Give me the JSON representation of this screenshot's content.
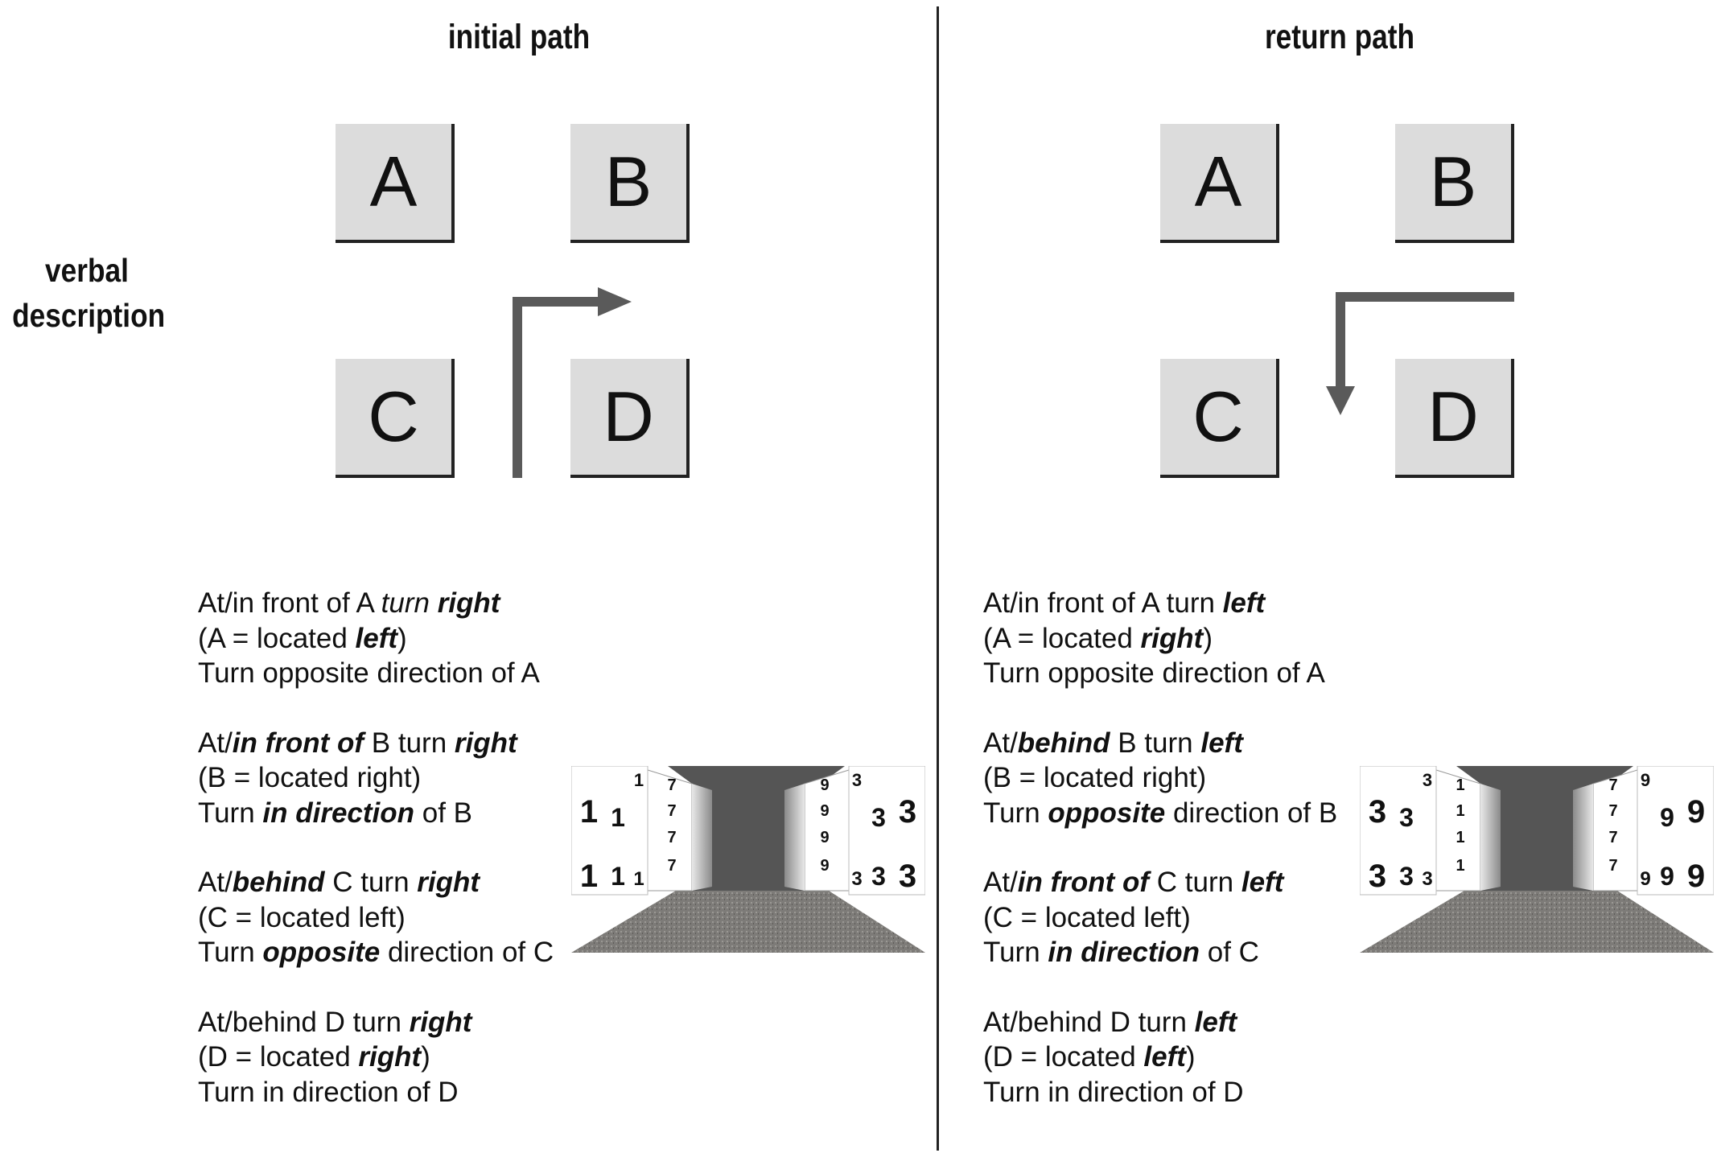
{
  "panels": [
    {
      "title": "initial path",
      "boxes": [
        "A",
        "B",
        "C",
        "D"
      ],
      "instructions": [
        [
          [
            {
              "t": "At/in front of A "
            },
            {
              "t": "turn ",
              "s": "it"
            },
            {
              "t": "right",
              "s": "bi"
            }
          ],
          [
            {
              "t": "(A = located "
            },
            {
              "t": "left",
              "s": "bi"
            },
            {
              "t": ")"
            }
          ],
          [
            {
              "t": "Turn opposite direction of A"
            }
          ]
        ],
        [
          [
            {
              "t": "At/"
            },
            {
              "t": "in front of",
              "s": "bi"
            },
            {
              "t": " B turn "
            },
            {
              "t": "right",
              "s": "bi"
            }
          ],
          [
            {
              "t": "(B = located right)"
            }
          ],
          [
            {
              "t": "Turn "
            },
            {
              "t": "in direction",
              "s": "bi"
            },
            {
              "t": " of B"
            }
          ]
        ],
        [
          [
            {
              "t": "At/"
            },
            {
              "t": "behind",
              "s": "bi"
            },
            {
              "t": " C turn "
            },
            {
              "t": "right",
              "s": "bi"
            }
          ],
          [
            {
              "t": "(C = located left)"
            }
          ],
          [
            {
              "t": "Turn "
            },
            {
              "t": "opposite",
              "s": "bi"
            },
            {
              "t": " direction of C"
            }
          ]
        ],
        [
          [
            {
              "t": "At/behind D turn "
            },
            {
              "t": "right",
              "s": "bi"
            }
          ],
          [
            {
              "t": "(D = located "
            },
            {
              "t": "right",
              "s": "bi"
            },
            {
              "t": ")"
            }
          ],
          [
            {
              "t": "Turn in direction of D"
            }
          ]
        ]
      ],
      "corridor_left_digit": "1",
      "corridor_left_inner_digit": "7",
      "corridor_right_inner_digit": "9",
      "corridor_right_digit": "3"
    },
    {
      "title": "return path",
      "boxes": [
        "A",
        "B",
        "C",
        "D"
      ],
      "instructions": [
        [
          [
            {
              "t": "At/in front of A turn "
            },
            {
              "t": "left",
              "s": "bi"
            }
          ],
          [
            {
              "t": "(A = located "
            },
            {
              "t": "right",
              "s": "bi"
            },
            {
              "t": ")"
            }
          ],
          [
            {
              "t": "Turn opposite direction of A"
            }
          ]
        ],
        [
          [
            {
              "t": "At/"
            },
            {
              "t": "behind",
              "s": "bi"
            },
            {
              "t": " B turn "
            },
            {
              "t": "left",
              "s": "bi"
            }
          ],
          [
            {
              "t": "(B = located right)"
            }
          ],
          [
            {
              "t": "Turn "
            },
            {
              "t": "opposite",
              "s": "bi"
            },
            {
              "t": " direction of B"
            }
          ]
        ],
        [
          [
            {
              "t": "At/"
            },
            {
              "t": "in front of",
              "s": "bi"
            },
            {
              "t": " C turn "
            },
            {
              "t": "left",
              "s": "bi"
            }
          ],
          [
            {
              "t": "(C = located left)"
            }
          ],
          [
            {
              "t": "Turn "
            },
            {
              "t": "in direction",
              "s": "bi"
            },
            {
              "t": " of C"
            }
          ]
        ],
        [
          [
            {
              "t": "At/behind D turn "
            },
            {
              "t": "left",
              "s": "bi"
            }
          ],
          [
            {
              "t": "(D = located "
            },
            {
              "t": "left",
              "s": "bi"
            },
            {
              "t": ")"
            }
          ],
          [
            {
              "t": "Turn in direction of D"
            }
          ]
        ]
      ],
      "corridor_left_digit": "3",
      "corridor_left_inner_digit": "1",
      "corridor_right_inner_digit": "7",
      "corridor_right_digit": "9"
    }
  ],
  "row_label": "verbal description",
  "colors": {
    "box_fill": "#dcdcdc",
    "arrow": "#5a5a5a",
    "divider": "#222222",
    "corridor_ceiling": "#555555",
    "floor": "#7d7b78"
  }
}
